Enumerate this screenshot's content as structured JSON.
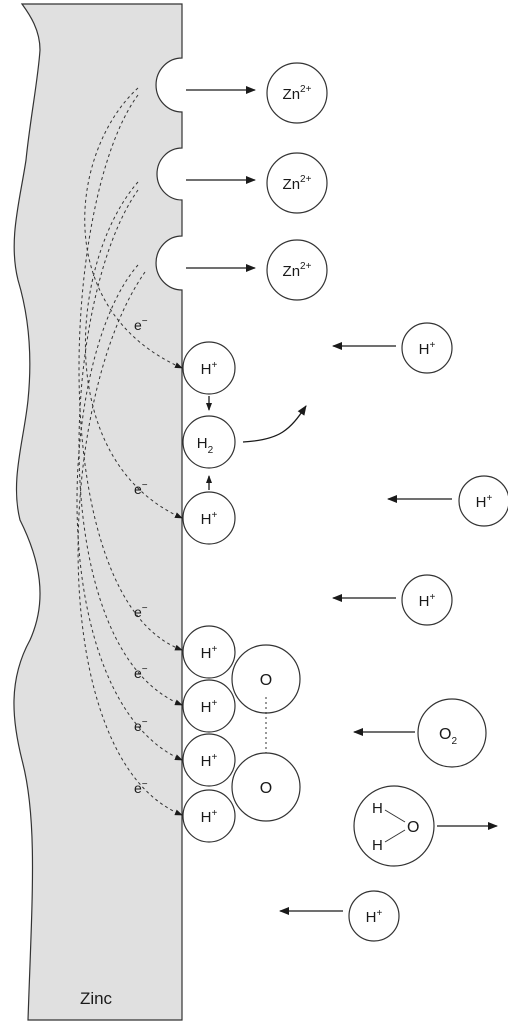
{
  "zinc": {
    "label": "Zinc",
    "fill": "#e0e0e0",
    "stroke": "#333333"
  },
  "zinc_ions": {
    "base": "Zn",
    "charge": "2+"
  },
  "hydrogen_ion": {
    "base": "H",
    "charge": "+"
  },
  "hydrogen_molecule": {
    "base": "H",
    "subscript": "2"
  },
  "electron": {
    "base": "e",
    "charge": "−"
  },
  "oxygen_atom": "O",
  "oxygen_molecule": {
    "base": "O",
    "subscript": "2"
  },
  "water": {
    "h_top": "H",
    "o": "O",
    "h_bottom": "H"
  },
  "legend_colors": {
    "metal": "#e0e0e0",
    "line": "#1a1a1a"
  }
}
